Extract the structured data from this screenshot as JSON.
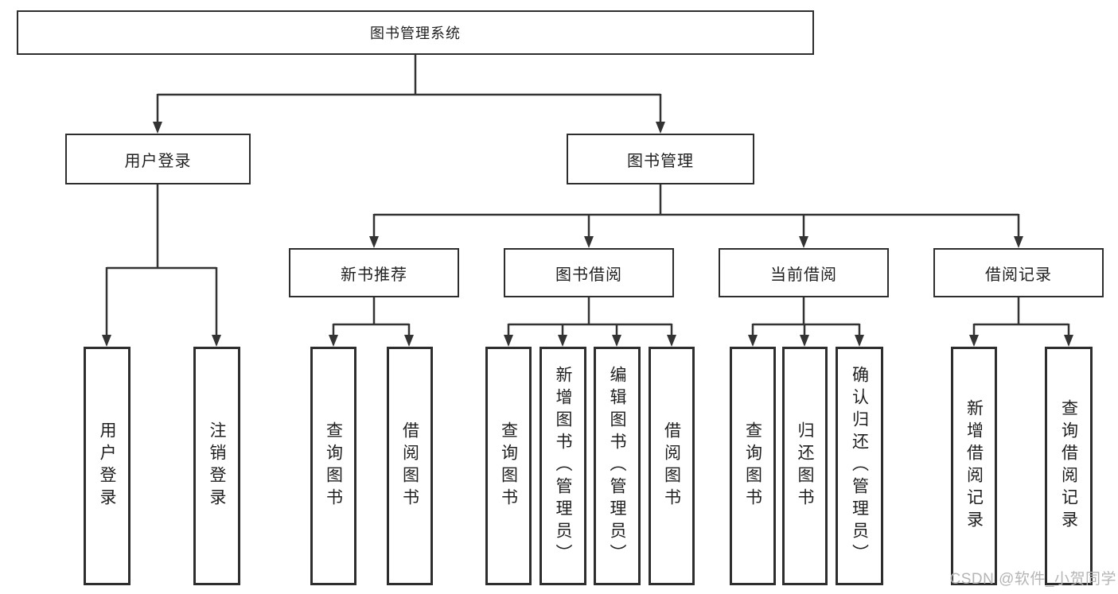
{
  "tree": {
    "label": "图书管理系统",
    "children": [
      {
        "label": "用户登录",
        "children": [
          {
            "label": "用户登录"
          },
          {
            "label": "注销登录"
          }
        ]
      },
      {
        "label": "图书管理",
        "children": [
          {
            "label": "新书推荐",
            "children": [
              {
                "label": "查询图书"
              },
              {
                "label": "借阅图书"
              }
            ]
          },
          {
            "label": "图书借阅",
            "children": [
              {
                "label": "查询图书"
              },
              {
                "label": "新增图书（管理员）"
              },
              {
                "label": "编辑图书（管理员）"
              },
              {
                "label": "借阅图书"
              }
            ]
          },
          {
            "label": "当前借阅",
            "children": [
              {
                "label": "查询图书"
              },
              {
                "label": "归还图书"
              },
              {
                "label": "确认归还（管理员）"
              }
            ]
          },
          {
            "label": "借阅记录",
            "children": [
              {
                "label": "新增借阅记录"
              },
              {
                "label": "查询借阅记录"
              }
            ]
          }
        ]
      }
    ]
  },
  "watermark": {
    "text": "CSDN @软件_小贺同学"
  },
  "colors": {
    "line": "#333333",
    "box_border": "#2e2e2e",
    "text": "#1f1f1f",
    "watermark": "#b5b5b5",
    "background": "#ffffff"
  }
}
